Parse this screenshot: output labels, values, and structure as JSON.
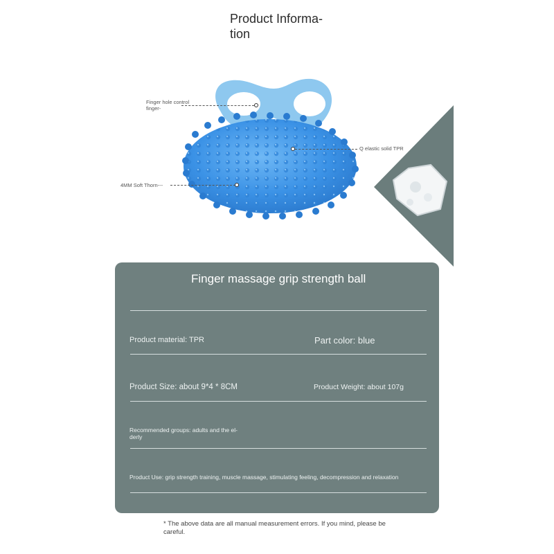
{
  "header": {
    "title": "Product Informa-\ntion"
  },
  "figure": {
    "callouts": {
      "finger_hole": "Finger hole control\nfinger-",
      "material": "Q elastic solid TPR",
      "thorn": "4MM Soft Thorn---"
    },
    "colors": {
      "ball": "#3d95e8",
      "ring": "#8ec8ef",
      "panel": "#6b7d7c"
    },
    "icons": [
      "grip-ball-image",
      "tpr-texture-swatch"
    ]
  },
  "card": {
    "title": "Finger massage grip strength ball",
    "material": "Product material: TPR",
    "color": "Part color: blue",
    "size": "Product Size: about 9*4 * 8CM",
    "weight": "Product Weight: about 107g",
    "groups": "Recommended groups: adults and the el-\nderly",
    "use": "Product Use: grip strength training, muscle massage, stimulating feeling, decompression and relaxation"
  },
  "footnote": "* The above data are all manual measurement errors. If you mind, please be careful.",
  "colors": {
    "card_bg": "#6f807f",
    "text_dark": "#2b2b2b"
  }
}
